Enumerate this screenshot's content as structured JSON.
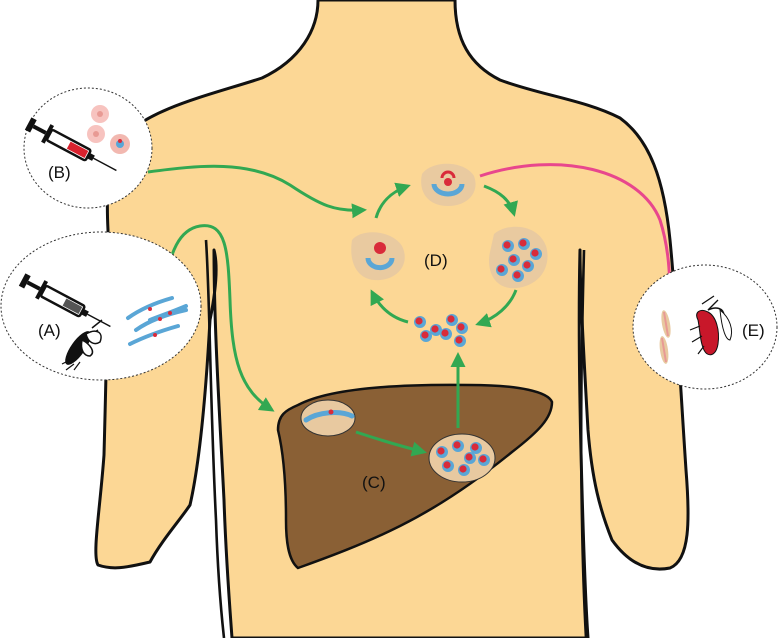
{
  "labels": {
    "a": "(A)",
    "b": "(B)",
    "c": "(C)",
    "d": "(D)",
    "e": "(E)"
  },
  "colors": {
    "skin": "#fcd795",
    "liver": "#8a6035",
    "arrow_green": "#32a852",
    "arrow_pink": "#e8478d",
    "parasite_blue": "#5aa6d6",
    "parasite_red": "#d92b3a",
    "cell_tan": "#e8c9a0"
  },
  "icons": [
    "syringe-icon",
    "mosquito-icon",
    "liver-icon",
    "red-blood-cell-icon",
    "sporozoite-icon",
    "merozoite-icon"
  ]
}
